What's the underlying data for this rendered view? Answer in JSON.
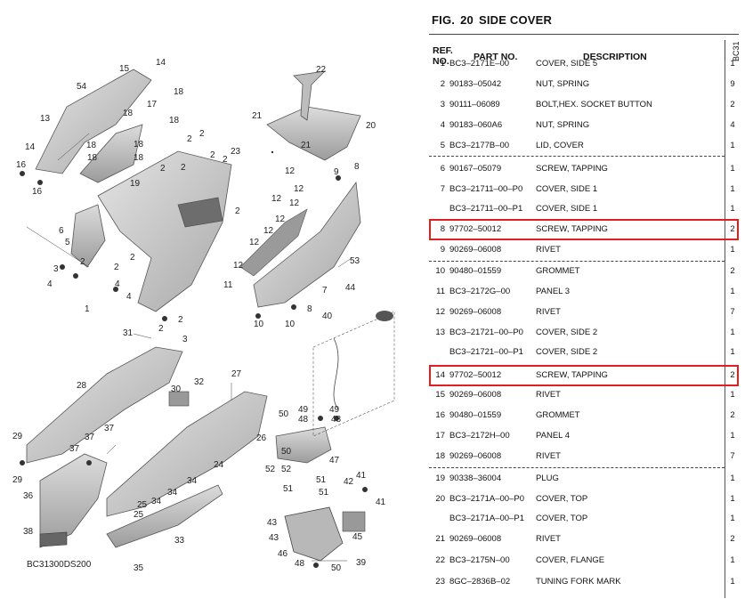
{
  "figure": {
    "fig_label": "FIG.",
    "fig_number": "20",
    "title": "SIDE COVER"
  },
  "table": {
    "headers": {
      "ref_no": "REF. NO.",
      "part_no": "PART NO.",
      "description": "DESCRIPTION",
      "model_code": "BC31"
    },
    "rows": [
      {
        "ref": "1",
        "part": "BC3–2171E–00",
        "desc": "COVER, SIDE 5",
        "qty": "1"
      },
      {
        "ref": "2",
        "part": "90183–05042",
        "desc": "NUT, SPRING",
        "qty": "9"
      },
      {
        "ref": "3",
        "part": "90111–06089",
        "desc": "BOLT,HEX. SOCKET BUTTON",
        "qty": "2"
      },
      {
        "ref": "4",
        "part": "90183–060A6",
        "desc": "NUT, SPRING",
        "qty": "4"
      },
      {
        "ref": "5",
        "part": "BC3–2177B–00",
        "desc": "LID, COVER",
        "qty": "1"
      },
      {
        "ref": "6",
        "part": "90167–05079",
        "desc": "SCREW, TAPPING",
        "qty": "1"
      },
      {
        "ref": "7",
        "part": "BC3–21711–00–P0",
        "desc": "COVER, SIDE 1",
        "qty": "1"
      },
      {
        "ref": "",
        "part": "BC3–21711–00–P1",
        "desc": "COVER, SIDE 1",
        "qty": "1"
      },
      {
        "ref": "8",
        "part": "97702–50012",
        "desc": "SCREW, TAPPING",
        "qty": "2"
      },
      {
        "ref": "9",
        "part": "90269–06008",
        "desc": "RIVET",
        "qty": "1"
      },
      {
        "ref": "10",
        "part": "90480–01559",
        "desc": "GROMMET",
        "qty": "2"
      },
      {
        "ref": "11",
        "part": "BC3–2172G–00",
        "desc": "PANEL 3",
        "qty": "1"
      },
      {
        "ref": "12",
        "part": "90269–06008",
        "desc": "RIVET",
        "qty": "7"
      },
      {
        "ref": "13",
        "part": "BC3–21721–00–P0",
        "desc": "COVER, SIDE 2",
        "qty": "1"
      },
      {
        "ref": "",
        "part": "BC3–21721–00–P1",
        "desc": "COVER, SIDE 2",
        "qty": "1"
      },
      {
        "ref": "14",
        "part": "97702–50012",
        "desc": "SCREW, TAPPING",
        "qty": "2"
      },
      {
        "ref": "15",
        "part": "90269–06008",
        "desc": "RIVET",
        "qty": "1"
      },
      {
        "ref": "16",
        "part": "90480–01559",
        "desc": "GROMMET",
        "qty": "2"
      },
      {
        "ref": "17",
        "part": "BC3–2172H–00",
        "desc": "PANEL 4",
        "qty": "1"
      },
      {
        "ref": "18",
        "part": "90269–06008",
        "desc": "RIVET",
        "qty": "7"
      },
      {
        "ref": "19",
        "part": "90338–36004",
        "desc": "PLUG",
        "qty": "1"
      },
      {
        "ref": "20",
        "part": "BC3–2171A–00–P0",
        "desc": "COVER, TOP",
        "qty": "1"
      },
      {
        "ref": "",
        "part": "BC3–2171A–00–P1",
        "desc": "COVER, TOP",
        "qty": "1"
      },
      {
        "ref": "21",
        "part": "90269–06008",
        "desc": "RIVET",
        "qty": "2"
      },
      {
        "ref": "22",
        "part": "BC3–2175N–00",
        "desc": "COVER, FLANGE",
        "qty": "1"
      },
      {
        "ref": "23",
        "part": "8GC–2836B–02",
        "desc": "TUNING FORK MARK",
        "qty": "1"
      }
    ]
  },
  "diagram": {
    "code": "BC31300DS200",
    "callouts": [
      "1",
      "2",
      "3",
      "4",
      "5",
      "6",
      "7",
      "8",
      "9",
      "10",
      "11",
      "12",
      "13",
      "14",
      "15",
      "16",
      "17",
      "18",
      "19",
      "20",
      "21",
      "22",
      "23",
      "24",
      "25",
      "26",
      "27",
      "28",
      "29",
      "30",
      "31",
      "32",
      "33",
      "34",
      "35",
      "36",
      "37",
      "38",
      "39",
      "40",
      "41",
      "42",
      "43",
      "44",
      "45",
      "46",
      "47",
      "48",
      "49",
      "50",
      "51",
      "52",
      "53",
      "54"
    ]
  },
  "colors": {
    "highlight": "#e02020",
    "part_fill": "#cfcfcf",
    "part_dark": "#8a8a8a"
  }
}
